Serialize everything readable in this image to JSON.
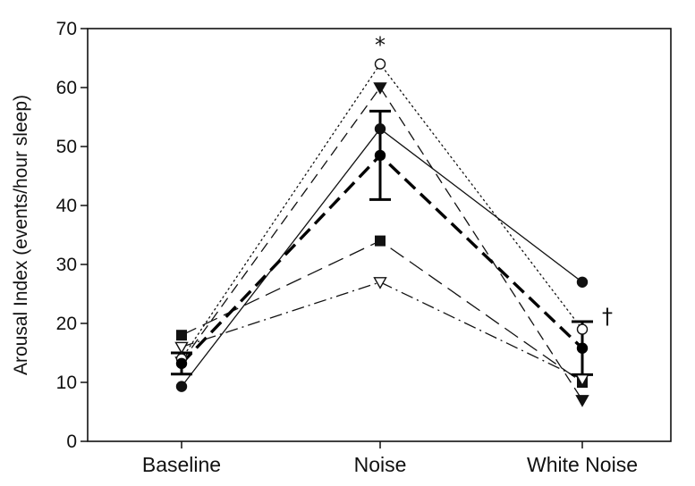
{
  "chart_data": {
    "type": "line",
    "title": "",
    "xlabel": "",
    "ylabel": "Arousal Index (events/hour sleep)",
    "categories": [
      "Baseline",
      "Noise",
      "White Noise"
    ],
    "ylim": [
      0,
      70
    ],
    "yticks": [
      0,
      10,
      20,
      30,
      40,
      50,
      60,
      70
    ],
    "grid": false,
    "legend": "none",
    "series": [
      {
        "values": [
          9.3,
          53.0,
          27.0
        ],
        "marker": "filled-circle",
        "line": "solid",
        "color": "#111111"
      },
      {
        "values": [
          18.0,
          34.0,
          10.0
        ],
        "marker": "filled-square",
        "line": "long-dash",
        "color": "#111111"
      },
      {
        "values": [
          13.5,
          60.0,
          7.0
        ],
        "marker": "filled-triangle-down",
        "line": "dash",
        "color": "#111111"
      },
      {
        "values": [
          14.0,
          64.0,
          19.0
        ],
        "marker": "open-circle",
        "line": "dotted",
        "color": "#111111"
      },
      {
        "values": [
          16.0,
          27.0,
          10.5
        ],
        "marker": "open-triangle-down",
        "line": "dash-dot",
        "color": "#111111"
      },
      {
        "values": [
          13.2,
          48.5,
          15.8
        ],
        "marker": "filled-circle",
        "line": "bold-dash",
        "color": "#000000",
        "error": [
          1.8,
          7.5,
          4.5
        ]
      }
    ],
    "annotations": [
      {
        "text": "*",
        "category": "Noise",
        "y": 67.5
      },
      {
        "text": "†",
        "category": "White Noise",
        "y": 21.5
      }
    ]
  }
}
